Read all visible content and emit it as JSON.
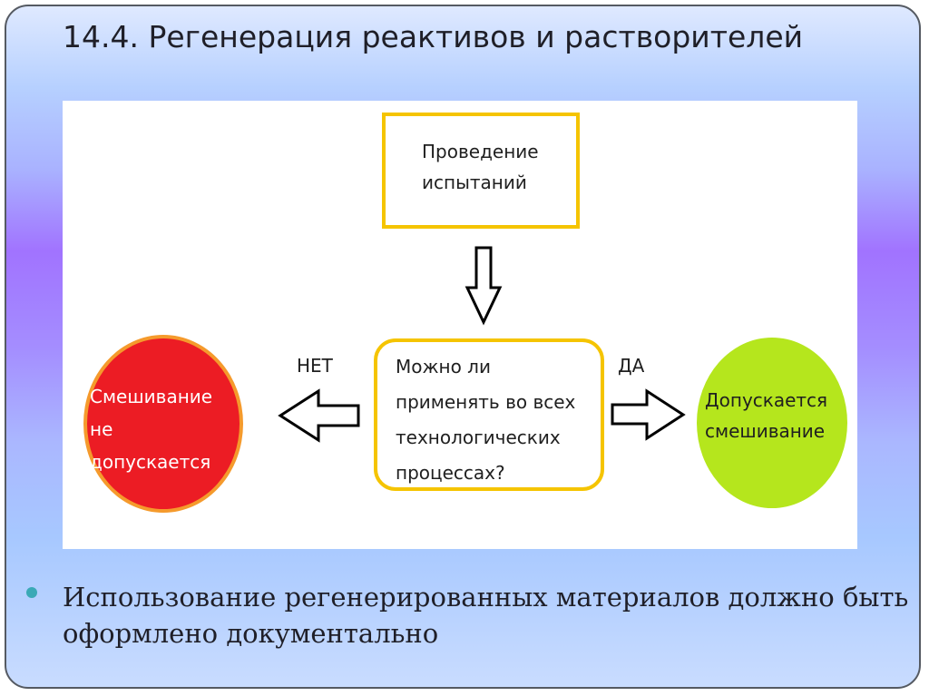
{
  "slide": {
    "title": "14.4. Регенерация реактивов и растворителей",
    "bullet_text": "Использование регенерированных материалов должно быть оформлено документально"
  },
  "diagram": {
    "top_box": {
      "line1": "Проведение",
      "line2": "испытаний"
    },
    "decision_box": {
      "line1": "Можно ли",
      "line2": "применять во всех",
      "line3": "технологических",
      "line4": "процессах?"
    },
    "no_label": "НЕТ",
    "yes_label": "ДА",
    "no_result": {
      "line1": "Смешивание",
      "line2": "не",
      "line3": "допускается"
    },
    "yes_result": {
      "line1": "Допускается",
      "line2": "смешивание"
    }
  },
  "colors": {
    "box_border": "#f5c400",
    "no_circle": "#ec1c24",
    "no_circle_border": "#f59a2c",
    "yes_circle": "#b5e61d",
    "bullet": "#3aa9b6"
  }
}
